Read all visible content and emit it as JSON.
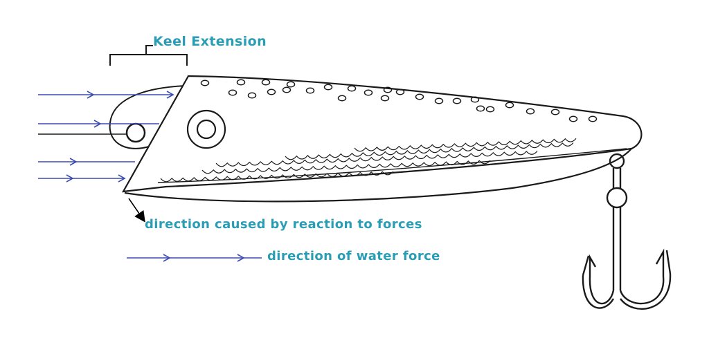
{
  "labels": {
    "keel_extension": "Keel Extension",
    "reaction_direction": "direction caused by reaction to forces",
    "water_force": "direction of water force"
  },
  "colors": {
    "label_text": "#2a9db4",
    "arrow_lines": "#3a4ab2",
    "outline": "#1a1a1a",
    "reaction_arrow": "#000000",
    "background": "#ffffff"
  }
}
